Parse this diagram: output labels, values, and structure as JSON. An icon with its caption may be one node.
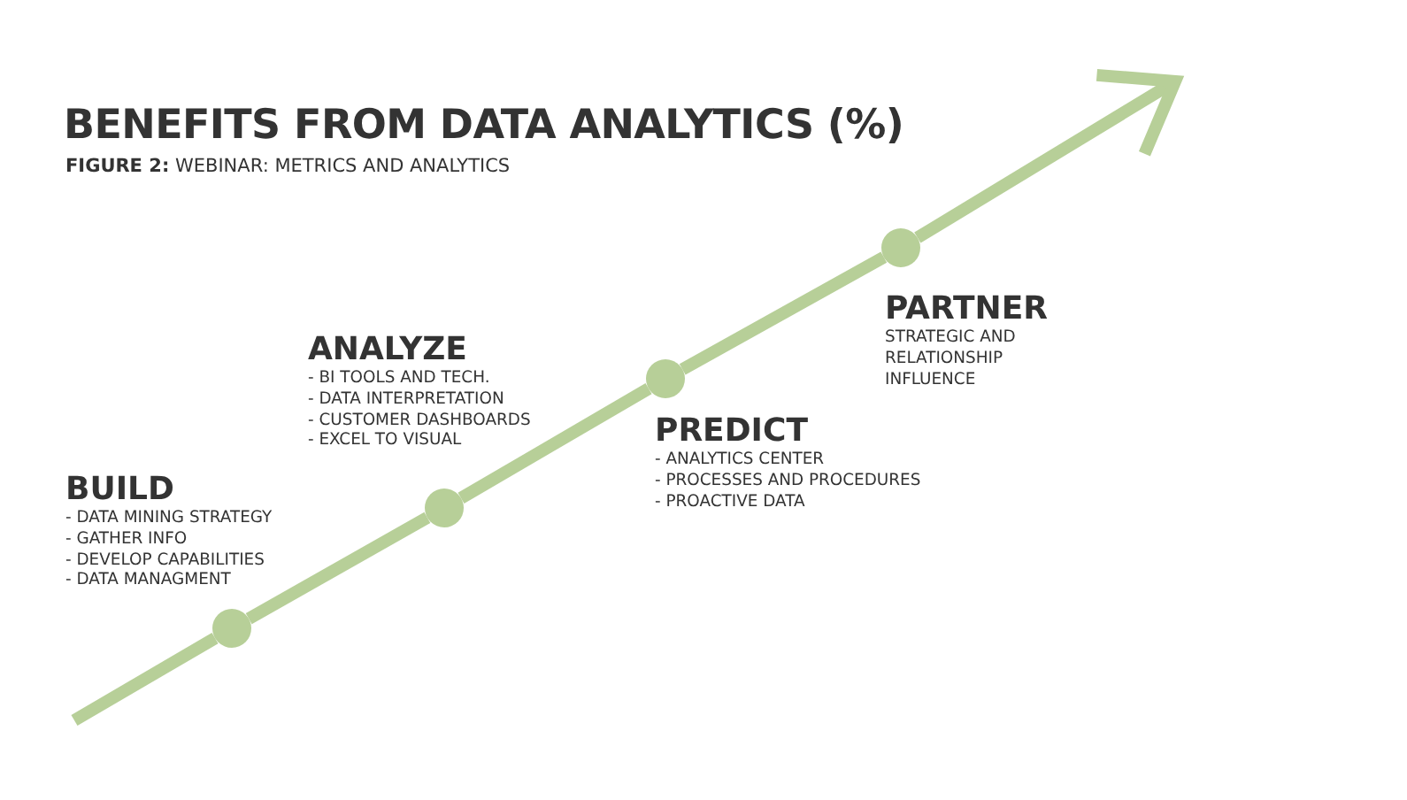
{
  "diagram": {
    "title": "BENEFITS FROM DATA ANALYTICS (%)",
    "caption": "**FIGURE 2:** WEBINAR: METRICS AND ANALYTICS",
    "nodes": [
      {
        "text": [],
        "shape": "circle",
        "beside": [
          "BUILD",
          "- DATA MINING STRATEGY",
          "- GATHER INFO",
          "- DEVELOP CAPABILITIES",
          "- DATA MANAGMENT"
        ]
      },
      {
        "text": [],
        "shape": "circle",
        "beside": [
          "ANALYZE",
          "- BI TOOLS AND TECH.",
          "- DATA INTERPRETATION",
          "- CUSTOMER DASHBOARDS",
          "- EXCEL TO VISUAL"
        ]
      },
      {
        "text": [],
        "shape": "circle",
        "beside": [
          "PREDICT",
          "- ANALYTICS CENTER",
          "- PROCESSES AND PROCEDURES",
          "- PROACTIVE DATA"
        ]
      },
      {
        "text": [],
        "shape": "circle",
        "beside": [
          "PARTNER",
          "STRATEGIC AND RELATIONSHIP INFLUENCE"
        ]
      }
    ],
    "edges": [
      {
        "from": null,
        "to": 0,
        "arrow": "none"
      },
      {
        "from": 0,
        "to": 1,
        "arrow": "none"
      },
      {
        "from": 1,
        "to": 2,
        "arrow": "none"
      },
      {
        "from": 2,
        "to": 3,
        "arrow": "none"
      },
      {
        "from": 3,
        "to": null,
        "arrow": "to"
      }
    ]
  }
}
